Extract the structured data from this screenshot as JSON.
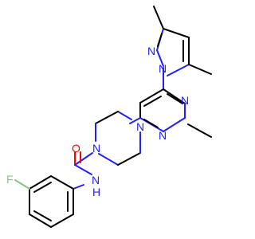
{
  "colors": {
    "background": "#ffffff",
    "carbon_bond": "#000000",
    "nitrogen": "#2020ff",
    "oxygen": "#ff0000",
    "fluorine": "#7fc87f"
  },
  "atoms": {
    "pyrazole_n2": "N",
    "pyrazole_n1": "N",
    "pyrimidine_n3": "N",
    "pyrimidine_n1": "N",
    "piperazine_n4": "N",
    "piperazine_n1": "N",
    "carbonyl_o": "O",
    "amide_n": "N",
    "amide_h": "H",
    "fluorine": "F"
  }
}
